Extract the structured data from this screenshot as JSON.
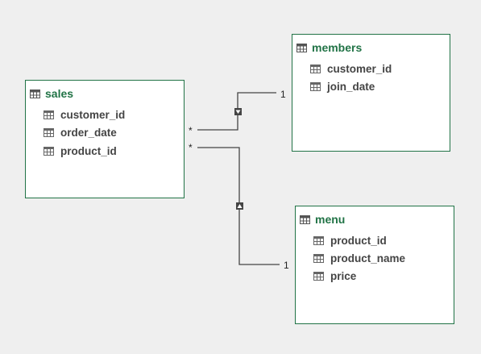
{
  "tables": {
    "sales": {
      "title": "sales",
      "fields": [
        "customer_id",
        "order_date",
        "product_id"
      ]
    },
    "members": {
      "title": "members",
      "fields": [
        "customer_id",
        "join_date"
      ]
    },
    "menu": {
      "title": "menu",
      "fields": [
        "product_id",
        "product_name",
        "price"
      ]
    }
  },
  "relationships": [
    {
      "from_table": "sales",
      "from_cardinality": "*",
      "to_table": "members",
      "to_cardinality": "1",
      "filter_direction": "down"
    },
    {
      "from_table": "sales",
      "from_cardinality": "*",
      "to_table": "menu",
      "to_cardinality": "1",
      "filter_direction": "up"
    }
  ],
  "colors": {
    "accent": "#217346",
    "line": "#444444",
    "background": "#efefef"
  },
  "icons": {
    "table": "table-icon",
    "field": "column-icon"
  }
}
